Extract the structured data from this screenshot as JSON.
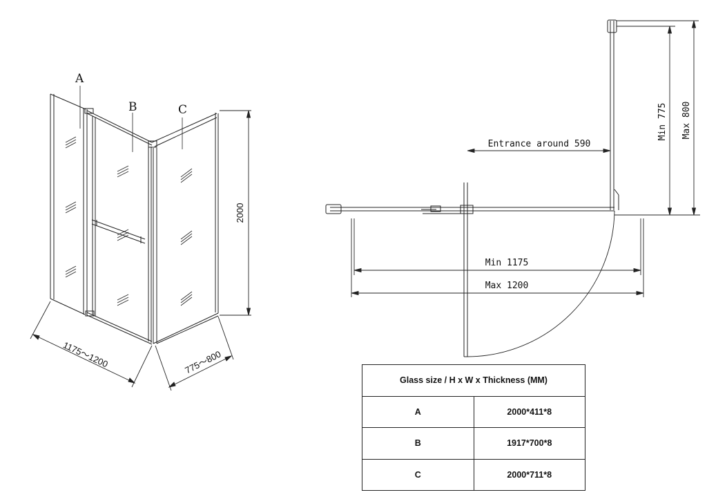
{
  "perspective": {
    "panel_labels": {
      "a": "A",
      "b": "B",
      "c": "C"
    },
    "height_dim": "2000",
    "width_dim": "1175～1200",
    "depth_dim": "775～800"
  },
  "plan": {
    "entrance": "Entrance around 590",
    "min_width": "Min 1175",
    "max_width": "Max 1200",
    "min_depth": "Min 775",
    "max_depth": "Max 800"
  },
  "table": {
    "header": "Glass size / H x W x Thickness (MM)",
    "rows": [
      {
        "panel": "A",
        "size": "2000*411*8"
      },
      {
        "panel": "B",
        "size": "1917*700*8"
      },
      {
        "panel": "C",
        "size": "2000*711*8"
      }
    ]
  }
}
